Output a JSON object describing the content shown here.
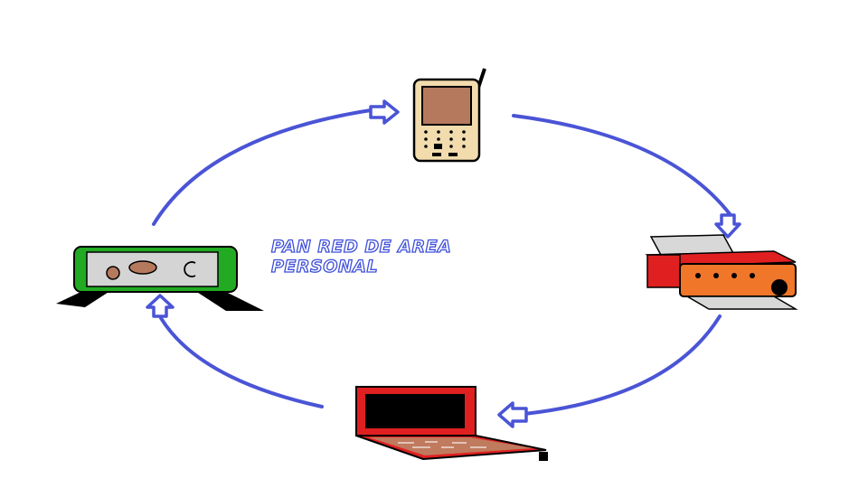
{
  "diagram": {
    "caption_lines": [
      "PAN RED DE AREA",
      "PERSONAL"
    ],
    "colors": {
      "cycle": "#4a54d6",
      "phone_body": "#f2dcae",
      "phone_screen": "#b57a5e",
      "printer_body": "#f0762a",
      "printer_top": "#e02020",
      "laptop_frame": "#e02020",
      "laptop_keys": "#c07a5e",
      "device_frame": "#22aa22"
    },
    "nodes": [
      {
        "id": "mobile-phone",
        "icon": "mobile-phone-icon"
      },
      {
        "id": "printer",
        "icon": "printer-icon"
      },
      {
        "id": "laptop",
        "icon": "laptop-icon"
      },
      {
        "id": "scanner",
        "icon": "scanner-icon"
      }
    ],
    "flow": [
      "mobile-phone",
      "printer",
      "laptop",
      "scanner",
      "mobile-phone"
    ]
  }
}
